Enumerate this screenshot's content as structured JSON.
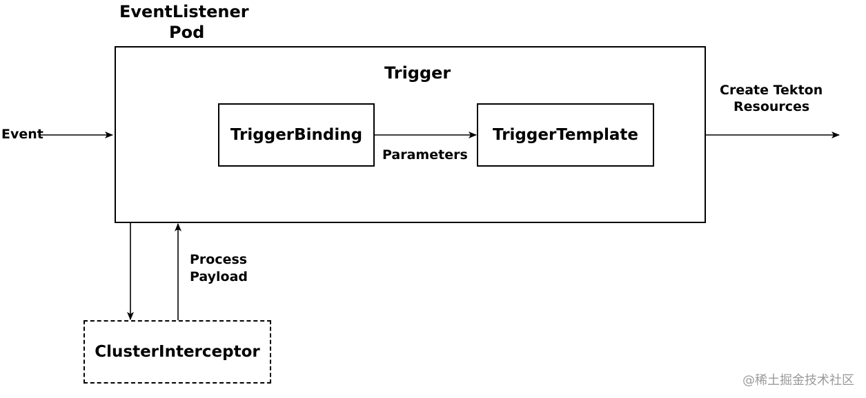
{
  "pod": {
    "line1": "EventListener",
    "line2": "Pod"
  },
  "trigger": {
    "title": "Trigger",
    "binding_label": "TriggerBinding",
    "template_label": "TriggerTemplate",
    "parameters_label": "Parameters"
  },
  "input": {
    "event_label": "Event"
  },
  "output": {
    "line1": "Create Tekton",
    "line2": "Resources"
  },
  "interceptor": {
    "label": "ClusterInterceptor",
    "process_line1": "Process",
    "process_line2": "Payload"
  },
  "watermark": {
    "text": "@稀土掘金技术社区"
  },
  "colors": {
    "stroke": "#000000",
    "background": "#ffffff",
    "watermark": "#9a9a9a"
  }
}
